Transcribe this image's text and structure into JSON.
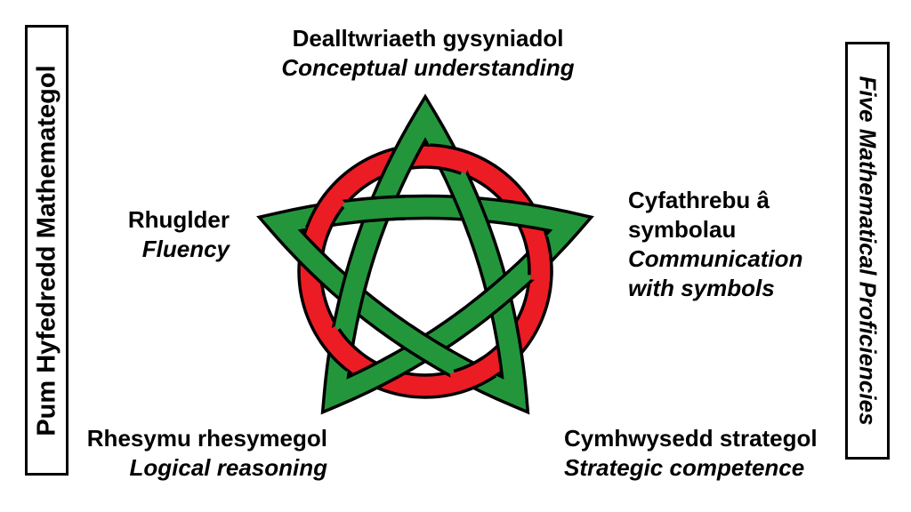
{
  "banners": {
    "left": "Pum Hyfedredd Mathemategol",
    "right": "Five Mathematical Proficiencies"
  },
  "labels": {
    "top": {
      "welsh": "Dealltwriaeth gysyniadol",
      "english": "Conceptual understanding"
    },
    "left": {
      "welsh": "Rhuglder",
      "english": "Fluency"
    },
    "right": {
      "welsh_line1": "Cyfathrebu â",
      "welsh_line2": "symbolau",
      "english_line1": "Communication",
      "english_line2": "with symbols"
    },
    "bottom_left": {
      "welsh": "Rhesymu rhesymegol",
      "english": "Logical reasoning"
    },
    "bottom_right": {
      "welsh": "Cymhwysedd strategol",
      "english": "Strategic competence"
    }
  },
  "knot": {
    "ring_color": "#EC1C24",
    "star_color": "#23963C",
    "outline_color": "#000000"
  }
}
